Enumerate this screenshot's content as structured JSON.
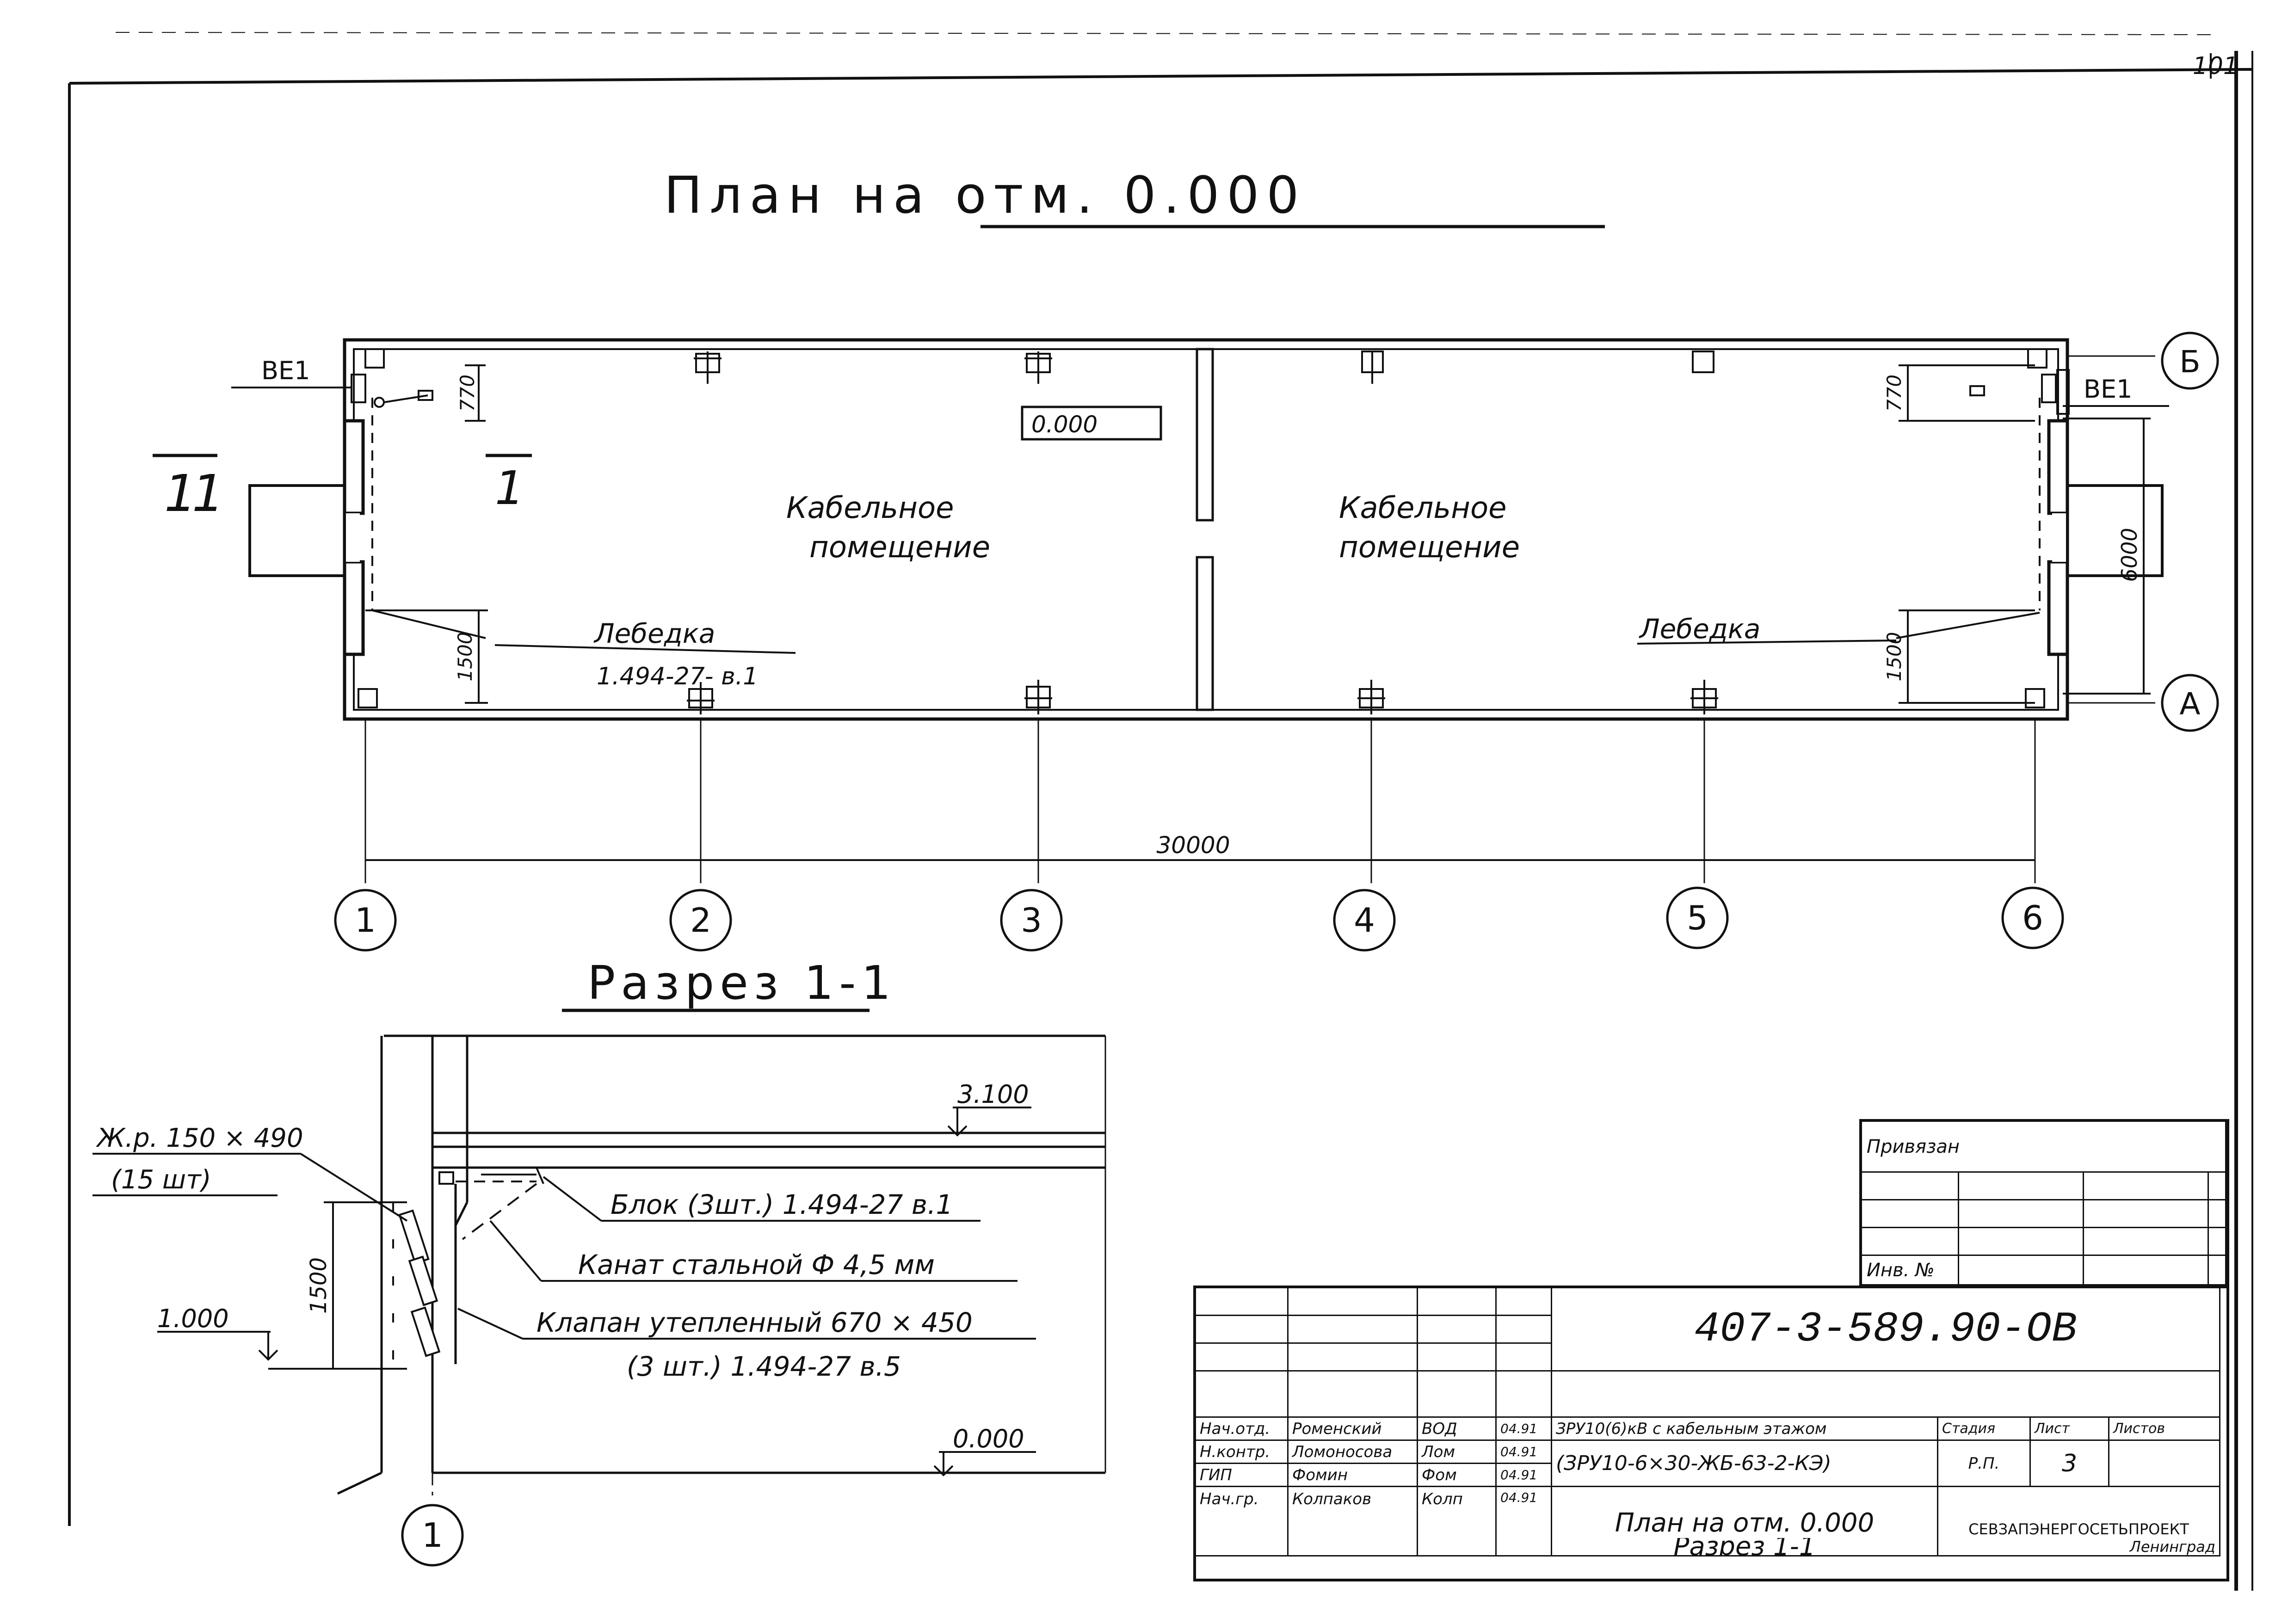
{
  "sheet": {
    "number": "101"
  },
  "plan": {
    "title": "План на отм. 0.000",
    "elevation": "0.000",
    "room_left": [
      "Кабельное",
      "помещение"
    ],
    "room_right": [
      "Кабельное",
      "помещение"
    ],
    "winch_left": [
      "Лебедка",
      "1.494-27- в.1"
    ],
    "winch_right": "Лебедка",
    "vent_left": "BE1",
    "vent_right": "BE1",
    "section_mark_left": "1",
    "section_mark_right": "1",
    "dim_770_left": "770",
    "dim_1500_left": "1500",
    "dim_770_right": "770",
    "dim_1500_right": "1500",
    "dim_6000": "6000",
    "dim_30000": "30000",
    "axes_cols": [
      "1",
      "2",
      "3",
      "4",
      "5",
      "6"
    ],
    "axes_rows": [
      "Б",
      "А"
    ]
  },
  "section": {
    "title": "Разрез 1-1",
    "level_top": "3.100",
    "level_mid": "1.000",
    "level_bottom": "0.000",
    "dim_1500": "1500",
    "axis": "1",
    "label_rib": "Ж.р. 150 × 490",
    "label_rib_qty": "(15 шт)",
    "label_block": "Блок (3шт.) 1.494-27 в.1",
    "label_rope": "Канат стальной Ф 4,5 мм",
    "label_valve": "Клапан утепленный 670 × 450",
    "label_valve_ref": "(3 шт.) 1.494-27 в.5"
  },
  "attach": {
    "label": "Привязан",
    "inv_label": "Инв. №"
  },
  "title_block": {
    "code": "407-3-589.90-ОВ",
    "project": "ЗРУ10(6)кВ с кабельным этажом",
    "project_code": "(ЗРУ10-6×30-ЖБ-63-2-КЭ)",
    "drawing_title": [
      "План на отм. 0.000",
      "Разрез 1-1"
    ],
    "stage_label": "Стадия",
    "sheet_label": "Лист",
    "sheets_label": "Листов",
    "stage": "Р.П.",
    "sheet": "3",
    "org": "СЕВЗАПЭНЕРГОСЕТЬПРОЕКТ",
    "city": "Ленинград",
    "people": [
      {
        "role": "Нач.отд.",
        "name": "Роменский",
        "sign": "ВОД",
        "date": "04.91"
      },
      {
        "role": "Н.контр.",
        "name": "Ломоносова",
        "sign": "Лом",
        "date": "04.91"
      },
      {
        "role": "ГИП",
        "name": "Фомин",
        "sign": "Фом",
        "date": "04.91"
      },
      {
        "role": "Нач.гр.",
        "name": "Колпаков",
        "sign": "Колп",
        "date": "04.91"
      }
    ]
  },
  "colors": {
    "ink": "#111111",
    "paper": "#ffffff"
  }
}
